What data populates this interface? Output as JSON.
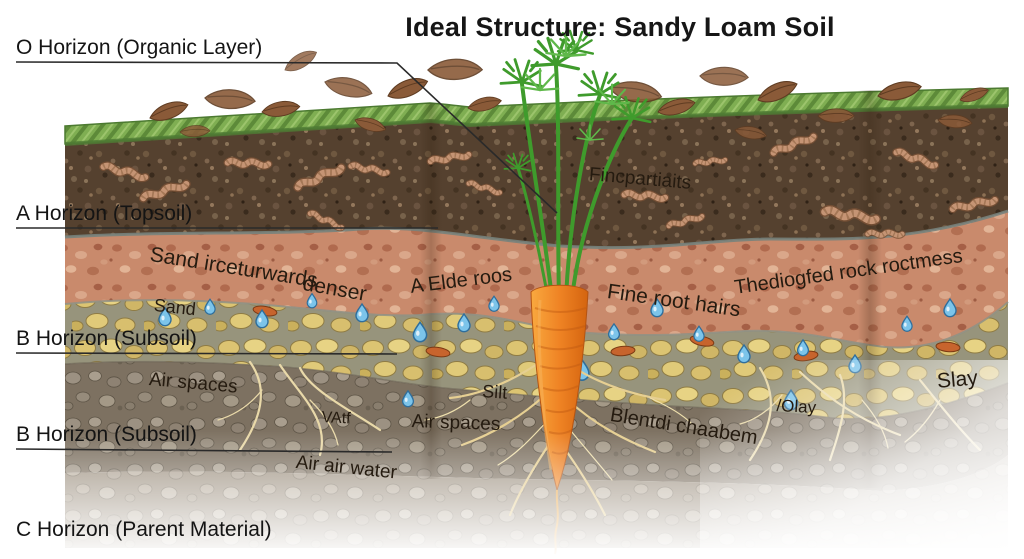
{
  "title": "Ideal Structure: Sandy Loam Soil",
  "horizons": [
    {
      "label": "O Horizon (Organic Layer)"
    },
    {
      "label": "A Horizon (Topsoil)"
    },
    {
      "label": "B Horizon (Subsoil)"
    },
    {
      "label": "B Horizon (Subsoil)"
    },
    {
      "label": "C Horizon (Parent Material)"
    }
  ],
  "annotations": [
    {
      "text": "Fincpartiaits"
    },
    {
      "text": "Sand irceturwards"
    },
    {
      "text": "denser"
    },
    {
      "text": "Sand"
    },
    {
      "text": "A Elde roos"
    },
    {
      "text": "Fine root hairs"
    },
    {
      "text": "Thediogfed rock roctmess"
    },
    {
      "text": "Air spaces"
    },
    {
      "text": "VAtf"
    },
    {
      "text": "Silt"
    },
    {
      "text": "Air spaces"
    },
    {
      "text": "Blentdi chaabem"
    },
    {
      "text": "/Olay"
    },
    {
      "text": "Slay"
    },
    {
      "text": "Air air water"
    }
  ],
  "illustration": {
    "subject": "Cross-section soil profile block with carrot plant, leaf litter, earthworms, stones, water droplets and roots",
    "colors": {
      "grass": "#7fae52",
      "topsoil": "#55412f",
      "clay_layer": "#c98a6c",
      "stone_layer": "#dcc472",
      "gravel": "#7d7161",
      "parent_material": "#a09484",
      "carrot": "#ef8324",
      "carrot_greens": "#3f9b2c",
      "water_drop": "#7cc4ea",
      "worm": "#c59474",
      "leaf_litter": "#8a5a38"
    }
  }
}
